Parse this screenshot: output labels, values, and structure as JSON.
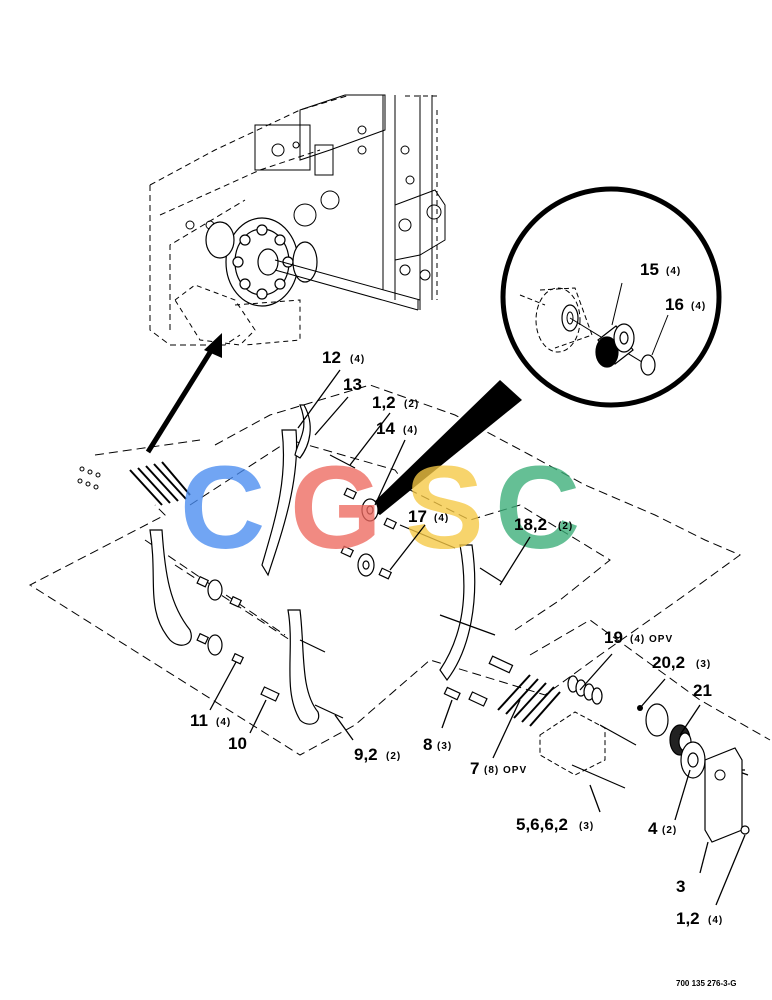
{
  "watermark": {
    "letters": [
      "C",
      "G",
      "S",
      "C"
    ],
    "colors": [
      "#4a8cf0",
      "#ee6a60",
      "#f6c844",
      "#3aae78"
    ]
  },
  "callouts": [
    {
      "id": "12",
      "num": "12",
      "qty": "(4)"
    },
    {
      "id": "13",
      "num": "13",
      "qty": ""
    },
    {
      "id": "1-2-top",
      "num": "1,2",
      "qty": "(2)"
    },
    {
      "id": "14",
      "num": "14",
      "qty": "(4)"
    },
    {
      "id": "15",
      "num": "15",
      "qty": "(4)"
    },
    {
      "id": "16",
      "num": "16",
      "qty": "(4)"
    },
    {
      "id": "17",
      "num": "17",
      "qty": "(4)"
    },
    {
      "id": "18-2",
      "num": "18,2",
      "qty": "(2)"
    },
    {
      "id": "19",
      "num": "19",
      "qty": "(4) OPV"
    },
    {
      "id": "20-2",
      "num": "20,2",
      "qty": "(3)"
    },
    {
      "id": "21",
      "num": "21",
      "qty": ""
    },
    {
      "id": "11",
      "num": "11",
      "qty": "(4)"
    },
    {
      "id": "10",
      "num": "10",
      "qty": ""
    },
    {
      "id": "9-2",
      "num": "9,2",
      "qty": "(2)"
    },
    {
      "id": "8",
      "num": "8",
      "qty": "(3)"
    },
    {
      "id": "7",
      "num": "7",
      "qty": "(8) OPV"
    },
    {
      "id": "5-6-6-2",
      "num": "5,6,6,2",
      "qty": "(3)"
    },
    {
      "id": "4",
      "num": "4",
      "qty": "(2)"
    },
    {
      "id": "3",
      "num": "3",
      "qty": ""
    },
    {
      "id": "1-2-bottom",
      "num": "1,2",
      "qty": "(4)"
    }
  ],
  "figure_number": "700 135 276-3-G"
}
